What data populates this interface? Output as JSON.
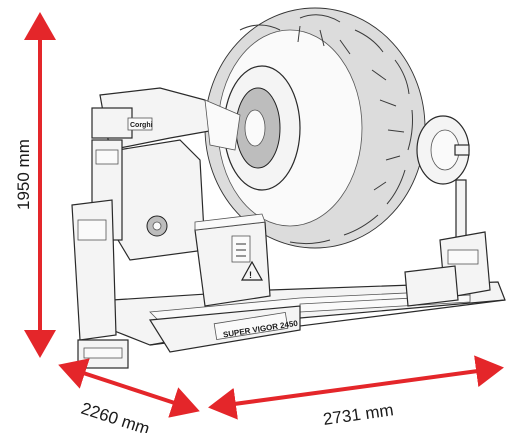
{
  "dimensions": {
    "height_label": "1950  mm",
    "depth_label": "2260  mm",
    "width_label": "2731  mm"
  },
  "machine_badges": {
    "head_badge": "Corghi",
    "base_label": "SUPER VIGOR 2450"
  },
  "colors": {
    "dimension_arrow": "#e4262a",
    "line_art": "#2a2a2a",
    "background": "#ffffff"
  },
  "icons": [
    "tyre-icon",
    "control-panel-icon",
    "warning-triangle-icon",
    "mounting-arm-icon"
  ]
}
